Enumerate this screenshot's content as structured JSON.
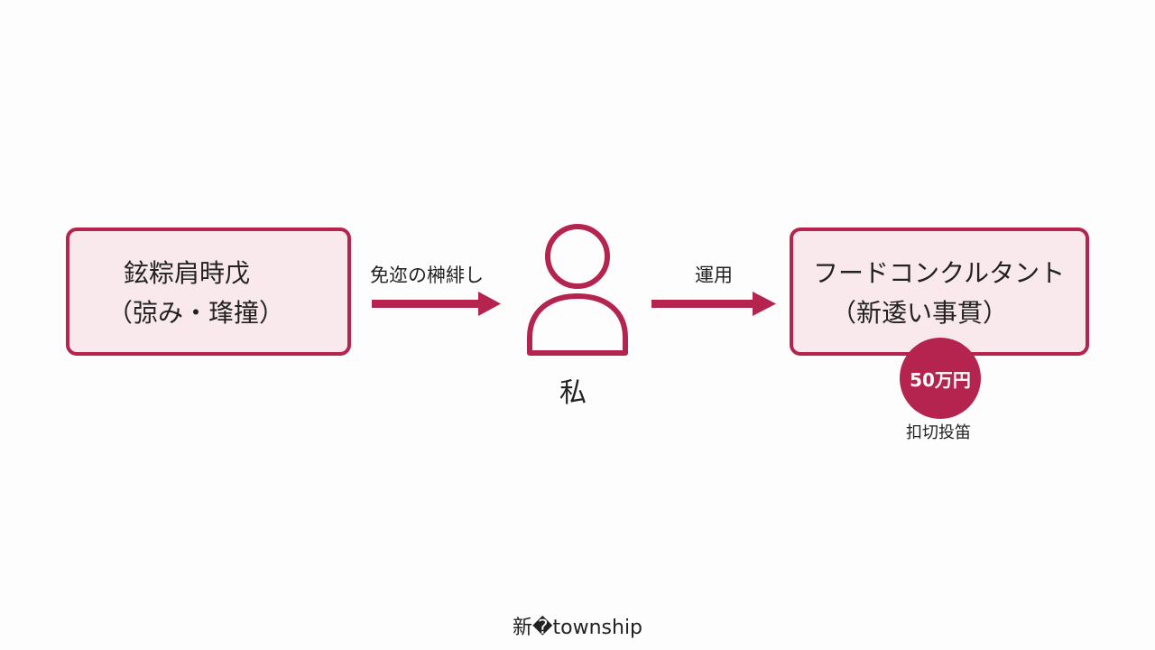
{
  "colors": {
    "accent": "#b5244e",
    "box_fill": "#f9e8ec",
    "text": "#222222",
    "background": "#fdfdfd"
  },
  "diagram": {
    "left_box": {
      "line1": "鉉粽肩時戊",
      "line2": "（弶み・琒撞）"
    },
    "arrow_left_label": "免迩の榊緋し",
    "person": {
      "icon": "person-icon",
      "label": "私"
    },
    "arrow_right_label": "運用",
    "right_box": {
      "line1": "フードコンクルタント",
      "line2": "（新逶い事貫）"
    },
    "badge": {
      "amount": "50万円",
      "caption": "扣切投笛"
    }
  },
  "footer": {
    "caption": "新�township"
  }
}
